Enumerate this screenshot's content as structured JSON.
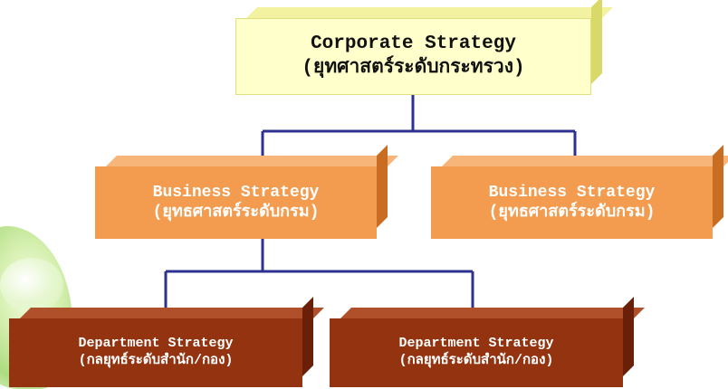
{
  "colors": {
    "connector": "#2e3192",
    "corporate_fill": "#ffffcc",
    "business_fill": "#f39c4f",
    "department_fill": "#93330f"
  },
  "corporate": {
    "title": "Corporate Strategy",
    "subtitle": "(ยุทศาสตร์ระดับกระทรวง)"
  },
  "business": [
    {
      "title": "Business Strategy",
      "subtitle": "(ยุทธศาสตร์ระดับกรม)"
    },
    {
      "title": "Business Strategy",
      "subtitle": "(ยุทธศาสตร์ระดับกรม)"
    }
  ],
  "department": [
    {
      "title": "Department Strategy",
      "subtitle": "(กลยุทธ์ระดับสำนัก/กอง)"
    },
    {
      "title": "Department Strategy",
      "subtitle": "(กลยุทธ์ระดับสำนัก/กอง)"
    }
  ]
}
